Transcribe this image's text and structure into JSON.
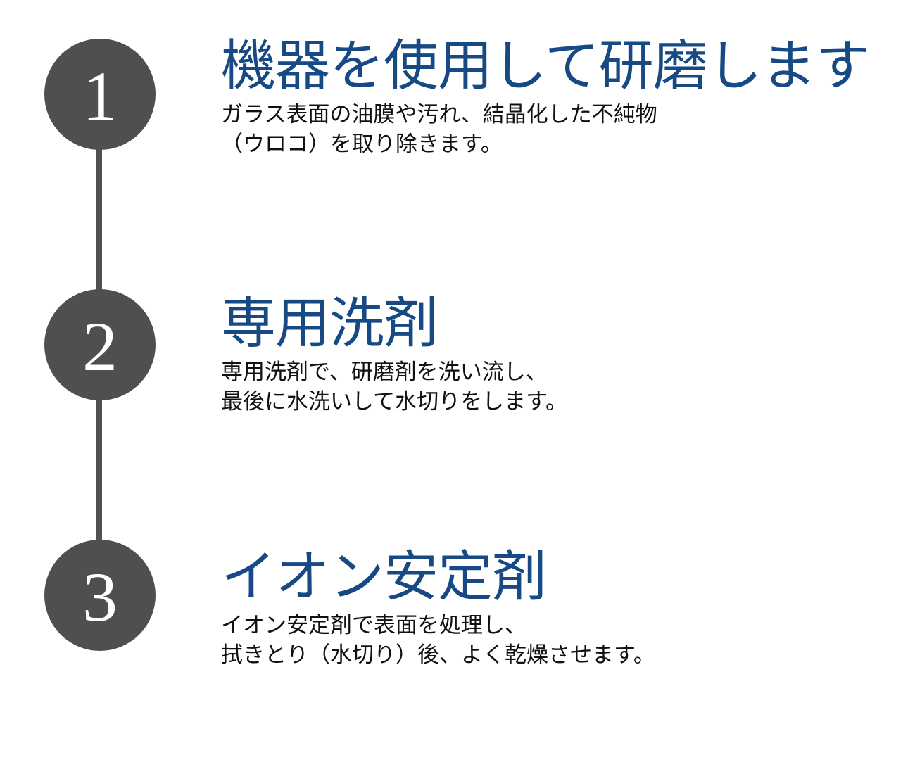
{
  "steps": [
    {
      "number": "1",
      "title": "機器を使用して研磨します",
      "description_lines": [
        "ガラス表面の油膜や汚れ、結晶化した不純物",
        "（ウロコ）を取り除きます。"
      ]
    },
    {
      "number": "2",
      "title": "専用洗剤",
      "description_lines": [
        "専用洗剤で、研磨剤を洗い流し、",
        "最後に水洗いして水切りをします。"
      ]
    },
    {
      "number": "3",
      "title": "イオン安定剤",
      "description_lines": [
        "イオン安定剤で表面を処理し、",
        "拭きとり（水切り）後、よく乾燥させます。"
      ]
    }
  ],
  "colors": {
    "circle": "#4f4f4f",
    "connector": "#505050",
    "title": "#174a85",
    "description": "#111111"
  }
}
